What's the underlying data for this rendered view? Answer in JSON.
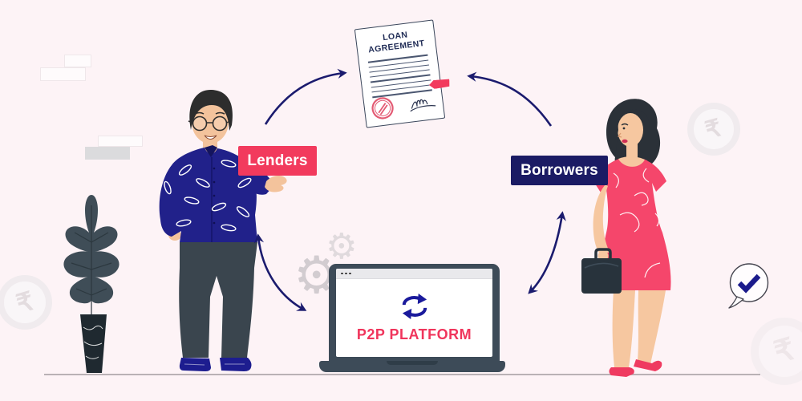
{
  "illustration": {
    "background_color": "#fdf3f6",
    "accent_pink": "#f23a5d",
    "accent_navy": "#1b1b6e",
    "slate": "#3d4b58"
  },
  "document": {
    "title_line1": "LOAN",
    "title_line2": "AGREEMENT"
  },
  "badges": {
    "lenders": "Lenders",
    "borrowers": "Borrowers"
  },
  "laptop": {
    "platform_label": "P2P PLATFORM"
  },
  "icons": {
    "gear": "⚙",
    "rupee": "₹"
  }
}
